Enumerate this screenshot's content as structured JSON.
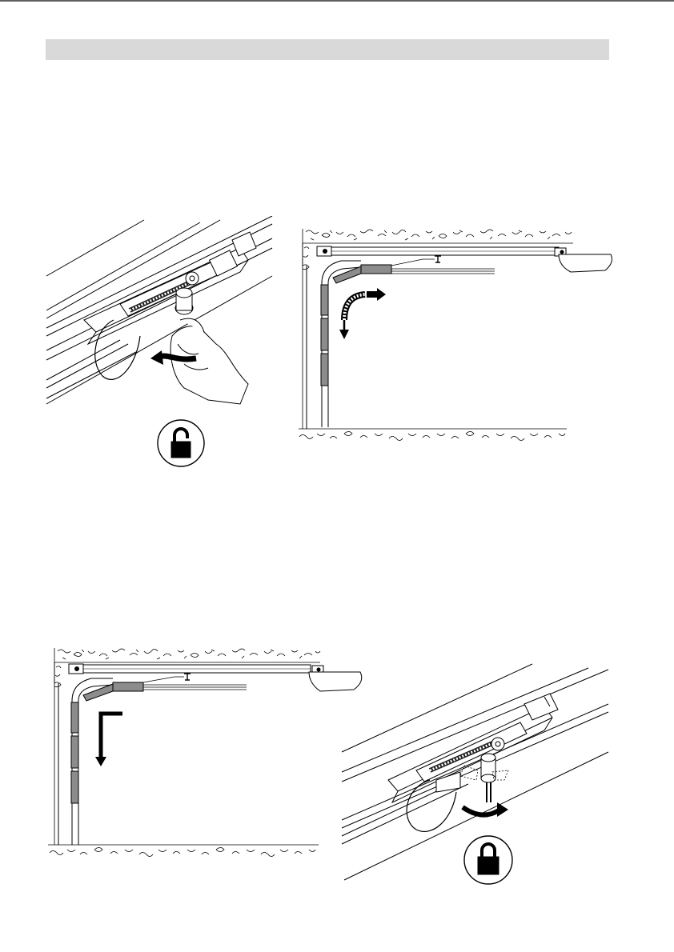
{
  "page": {
    "header_bar_label": "",
    "colors": {
      "ink": "#000000",
      "header_bar": "#d9d9d9",
      "door_panel": "#8c8c8c",
      "background": "#ffffff"
    }
  },
  "figures": [
    {
      "id": "release-rail",
      "icons": [
        "hand-icon",
        "rotate-arrow-icon"
      ],
      "state_symbol": "unlocked-padlock-icon"
    },
    {
      "id": "door-opening-diagram",
      "icons": [
        "curved-arrow-icon",
        "right-arrow-icon",
        "down-arrow-icon"
      ]
    },
    {
      "id": "door-closing-diagram",
      "icons": [
        "elbow-arrow-icon"
      ]
    },
    {
      "id": "lock-rail",
      "icons": [
        "rotate-arrow-icon"
      ],
      "state_symbol": "locked-padlock-icon"
    }
  ]
}
